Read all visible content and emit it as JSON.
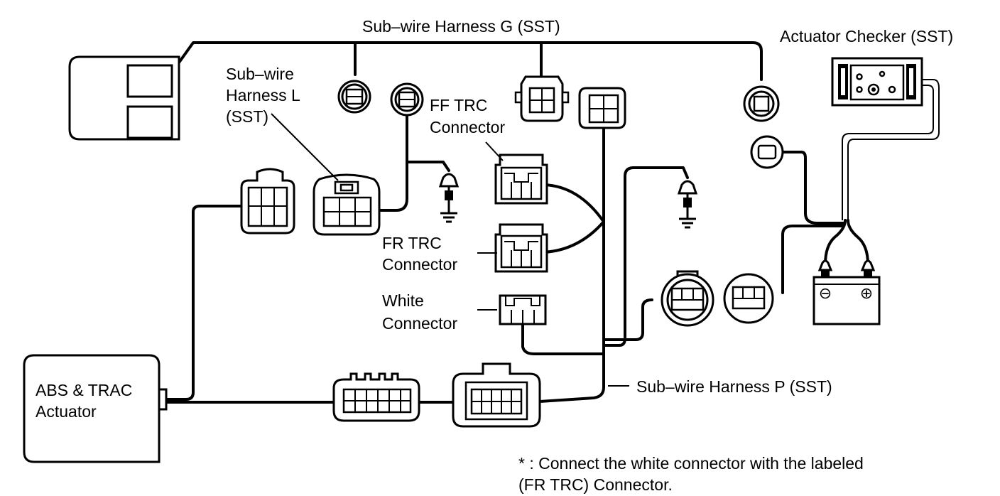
{
  "labels": {
    "harness_g": "Sub–wire Harness G (SST)",
    "actuator_checker": "Actuator Checker (SST)",
    "harness_l": [
      "Sub–wire",
      "Harness L",
      "(SST)"
    ],
    "ff_trc": [
      "FF TRC",
      "Connector"
    ],
    "fr_trc": [
      "FR TRC",
      "Connector"
    ],
    "white": [
      "White",
      "Connector"
    ],
    "actuator": [
      "ABS & TRAC",
      "Actuator"
    ],
    "harness_p": "Sub–wire Harness P (SST)",
    "note": [
      "* : Connect the white connector with the labeled",
      "(FR TRC) Connector."
    ]
  },
  "battery": {
    "negative": "⊖",
    "positive": "⊕"
  }
}
